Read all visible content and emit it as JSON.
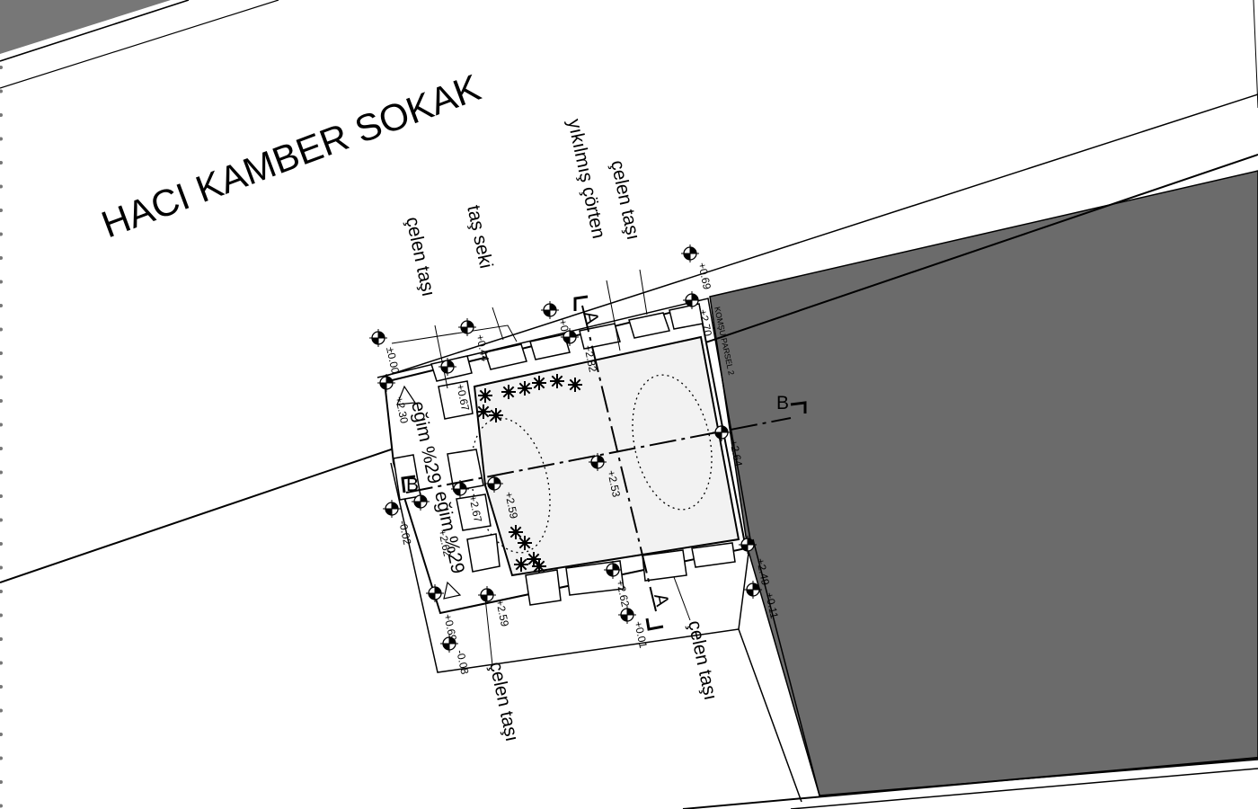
{
  "street_name": "HACI KAMBER SOKAK",
  "notes": {
    "celen_tasi": "çelen taşı",
    "tas_seki": "taş seki",
    "yikilmis_corten": "yıkılmış çörten"
  },
  "slopes": [
    "eğim %29",
    "eğim %29"
  ],
  "section_marks": [
    "A",
    "A",
    "B",
    "B"
  ],
  "neighbor_parcel": "KOMŞU PARSEL 2",
  "levels": [
    "±0.00",
    "+2.30",
    "+0.44",
    "+0.67",
    "+0.",
    "+2.82",
    "+0.69",
    "+2.70",
    "+2.64",
    "+2.53",
    "+2.59",
    "+2.67",
    "-0.02",
    "+2.62",
    "+0.01",
    "+2.59",
    "+0.69",
    "-0.08",
    "+2.49",
    "+0.11",
    "+2.62"
  ],
  "colors": {
    "neighbor_fill": "#6b6b6b",
    "line": "#000000",
    "corner_fill": "#777777"
  }
}
